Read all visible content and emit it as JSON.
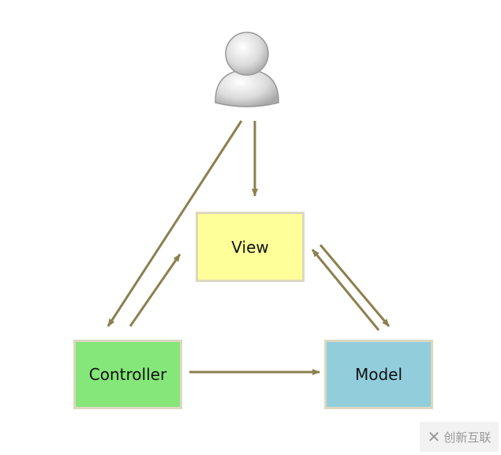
{
  "nodes": {
    "user": {
      "icon": "user-icon"
    },
    "view": {
      "label": "View",
      "color": "#ffff99"
    },
    "controller": {
      "label": "Controller",
      "color": "#85e679"
    },
    "model": {
      "label": "Model",
      "color": "#92cddc"
    }
  },
  "edges": [
    {
      "from": "user",
      "to": "view"
    },
    {
      "from": "user",
      "to": "controller"
    },
    {
      "from": "controller",
      "to": "view"
    },
    {
      "from": "controller",
      "to": "model"
    },
    {
      "from": "view",
      "to": "model"
    },
    {
      "from": "model",
      "to": "view"
    }
  ],
  "arrow_color": "#8b8050",
  "watermark": {
    "text": "创新互联"
  }
}
